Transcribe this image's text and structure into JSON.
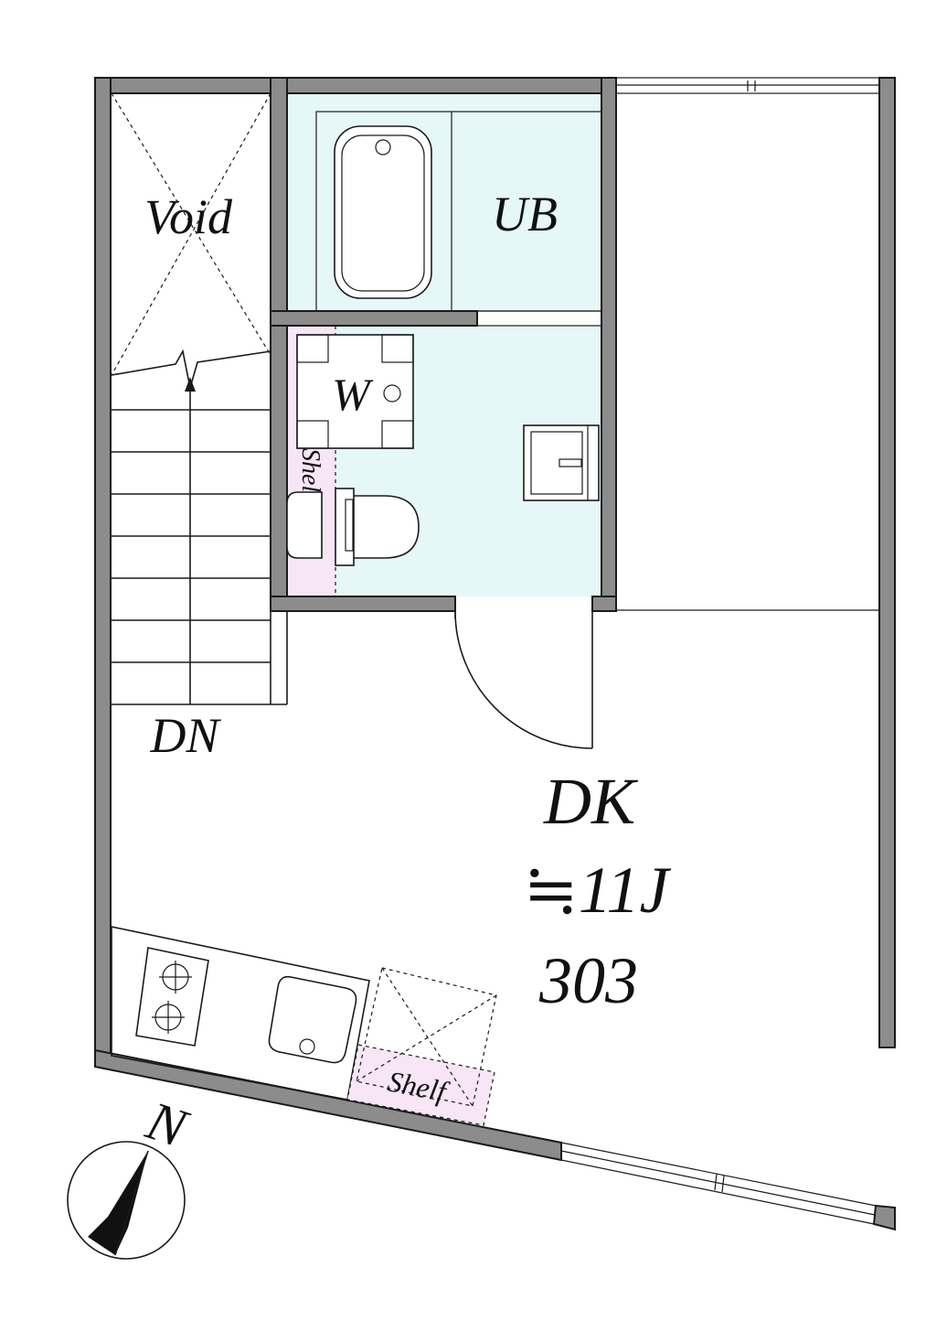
{
  "labels": {
    "void": "Void",
    "unit_bath": "UB",
    "washer": "W",
    "shelf_wet": "Shelf",
    "stair_direction": "DN",
    "room_name": "DK",
    "room_size": "≒11J",
    "unit_number": "303",
    "shelf_kitchen": "Shelf",
    "north": "N"
  },
  "colors": {
    "wall": "#8c8c8c",
    "wet_area": "#e6f7f8",
    "shelf": "#f6e6f6",
    "line": "#1a1a1a"
  }
}
